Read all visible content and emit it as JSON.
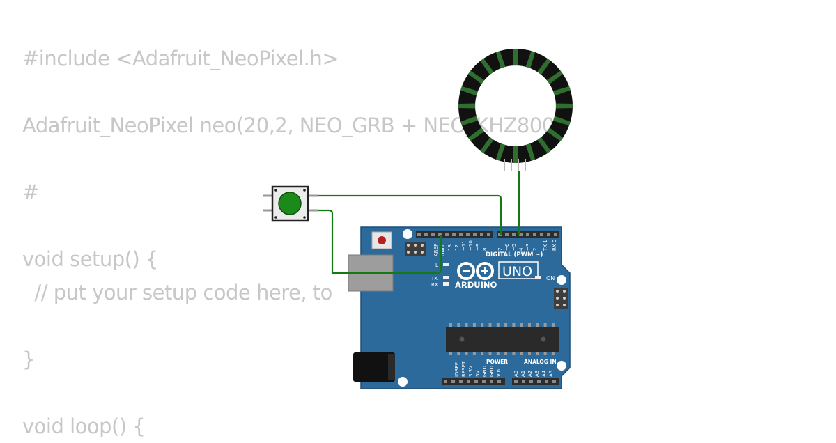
{
  "code_lines": [
    "#include <Adafruit_NeoPixel.h>",
    "",
    "Adafruit_NeoPixel neo(20,2, NEO_GRB + NEO_KHZ800);",
    "",
    "#",
    "",
    "void setup() {",
    "  // put your setup code here, to",
    "",
    "}",
    "",
    "void loop() {"
  ],
  "board": {
    "brand": "ARDUINO",
    "model": "UNO",
    "digital_label": "DIGITAL (PWM ~)",
    "power_label": "POWER",
    "analog_label": "ANALOG IN",
    "on_label": "ON",
    "tx_label": "TX",
    "rx_label": "RX",
    "l_label": "L",
    "aref_label": "AREF",
    "gnd_label": "GND",
    "digital_pins": [
      "13",
      "12",
      "~11",
      "~10",
      "~9",
      "8",
      "7",
      "~6",
      "~5",
      "4",
      "~3",
      "2",
      "TX 1",
      "RX 0"
    ],
    "power_pins": [
      "IOREF",
      "RESET",
      "3.3V",
      "5V",
      "GND",
      "GND",
      "Vin"
    ],
    "analog_pins": [
      "A0",
      "A1",
      "A2",
      "A3",
      "A4",
      "A5"
    ]
  },
  "colors": {
    "board": "#2b6a9b",
    "wire": "#157a15",
    "ring": "#111111",
    "ring_led": "#2f6e2f",
    "button_cap": "#1b8a1b",
    "code_text": "#c7c7c7"
  },
  "neopixel_led_count": 20
}
